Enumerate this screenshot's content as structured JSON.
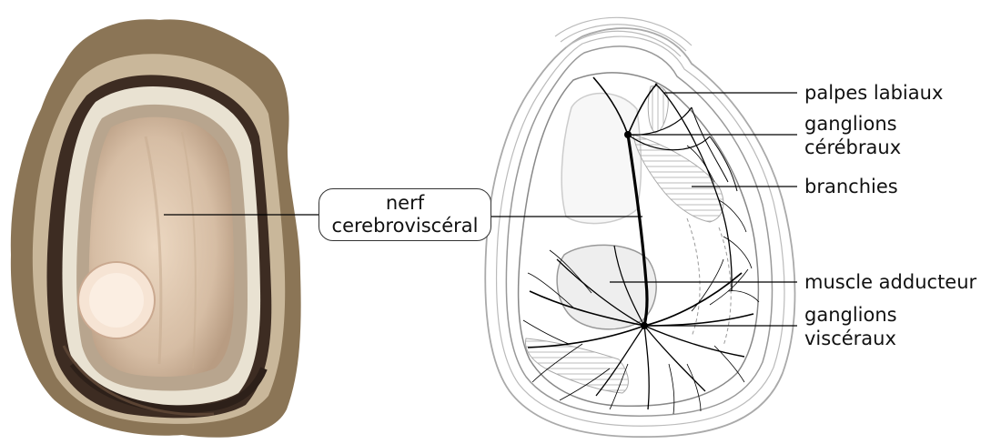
{
  "labels": {
    "palpes": "palpes labiaux",
    "ganglions_cerebraux_1": "ganglions",
    "ganglions_cerebraux_2": "cérébraux",
    "branchies": "branchies",
    "muscle": "muscle adducteur",
    "ganglions_visceraux_1": "ganglions",
    "ganglions_visceraux_2": "viscéraux",
    "nerf_1": "nerf",
    "nerf_2": "cerebroviscéral"
  },
  "colors": {
    "shell_outline": "#aaaaaa",
    "nerve": "#000000",
    "fill_light": "#eeeeee"
  }
}
